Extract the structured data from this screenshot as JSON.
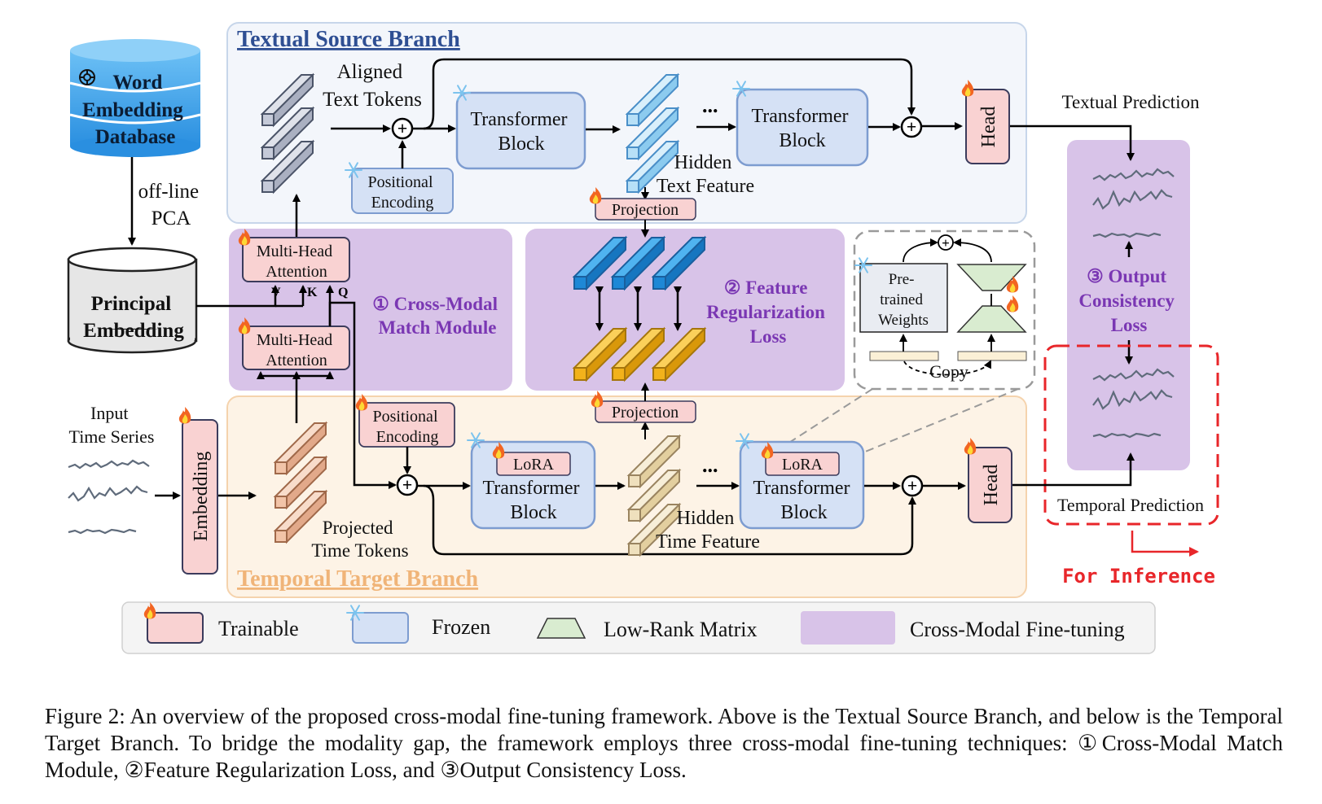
{
  "branches": {
    "textual": "Textual Source Branch",
    "temporal": "Temporal Target Branch"
  },
  "database": {
    "word_embedding": [
      "Word",
      "Embedding",
      "Database"
    ],
    "pca": [
      "off-line",
      "PCA"
    ],
    "principal": [
      "Principal",
      "Embedding"
    ]
  },
  "textual": {
    "aligned_tokens": [
      "Aligned",
      "Text Tokens"
    ],
    "positional_encoding": [
      "Positional",
      "Encoding"
    ],
    "transformer_block": [
      "Transformer",
      "Block"
    ],
    "ellipsis": "...",
    "hidden_feature": [
      "Hidden",
      "Text Feature"
    ],
    "projection": "Projection",
    "head": "Head",
    "prediction": "Textual Prediction"
  },
  "temporal": {
    "input": [
      "Input",
      "Time Series"
    ],
    "embedding": "Embedding",
    "projected_tokens": [
      "Projected",
      "Time Tokens"
    ],
    "positional_encoding": [
      "Positional",
      "Encoding"
    ],
    "lora": "LoRA",
    "transformer_block": [
      "Transformer",
      "Block"
    ],
    "ellipsis": "...",
    "hidden_feature": [
      "Hidden",
      "Time Feature"
    ],
    "projection": "Projection",
    "head": "Head",
    "prediction": "Temporal Prediction",
    "inference": "For Inference"
  },
  "attention": {
    "label": [
      "Multi-Head",
      "Attention"
    ],
    "v": "V",
    "k": "K",
    "q": "Q"
  },
  "modules": {
    "match": [
      "① Cross-Modal",
      "Match Module"
    ],
    "feature": [
      "② Feature",
      "Regularization",
      "Loss"
    ],
    "output": [
      "③ Output",
      "Consistency",
      "Loss"
    ]
  },
  "lora_detail": {
    "pretrained": [
      "Pre-",
      "trained",
      "Weights"
    ],
    "copy": "Copy"
  },
  "legend": {
    "trainable": "Trainable",
    "frozen": "Frozen",
    "low_rank": "Low-Rank Matrix",
    "cross_modal": "Cross-Modal Fine-tuning"
  },
  "caption": {
    "text": "Figure 2: An overview of the proposed cross-modal fine-tuning framework. Above is the Textual Source Branch, and below is the Temporal Target Branch. To bridge the modality gap, the framework employs three cross-modal fine-tuning techniques: ①Cross-Modal Match Module, ②Feature Regularization Loss, and ③Output Consistency Loss."
  },
  "colors": {
    "trainable_fill": "#f9d2d2",
    "frozen_fill": "#d5e1f5",
    "cross_modal_fill": "#d8c3e8",
    "low_rank_fill": "#d9ecd0",
    "textual_bg": "#f3f6fb",
    "temporal_bg": "#fdf3e6",
    "textual_title": "#2f4f93",
    "temporal_title": "#f0b478",
    "module_text": "#7a37b3",
    "inference": "#e8262a"
  }
}
